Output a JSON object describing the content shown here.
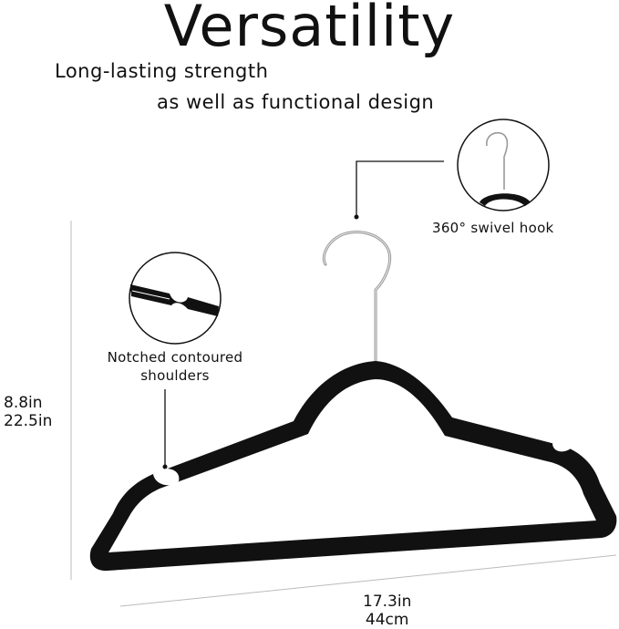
{
  "title": "Versatility",
  "subtitle_line1": "Long-lasting strength",
  "subtitle_line2": "as well as functional design",
  "callouts": {
    "hook": "360° swivel hook",
    "shoulders_line1": "Notched contoured",
    "shoulders_line2": "shoulders"
  },
  "dimensions": {
    "height_in": "8.8in",
    "height_cm": "22.5in",
    "width_in": "17.3in",
    "width_cm": "44cm"
  },
  "colors": {
    "hanger": "#111111",
    "hook_metal": "#9a9a9a",
    "dim_lines": "#bbbbbb"
  }
}
